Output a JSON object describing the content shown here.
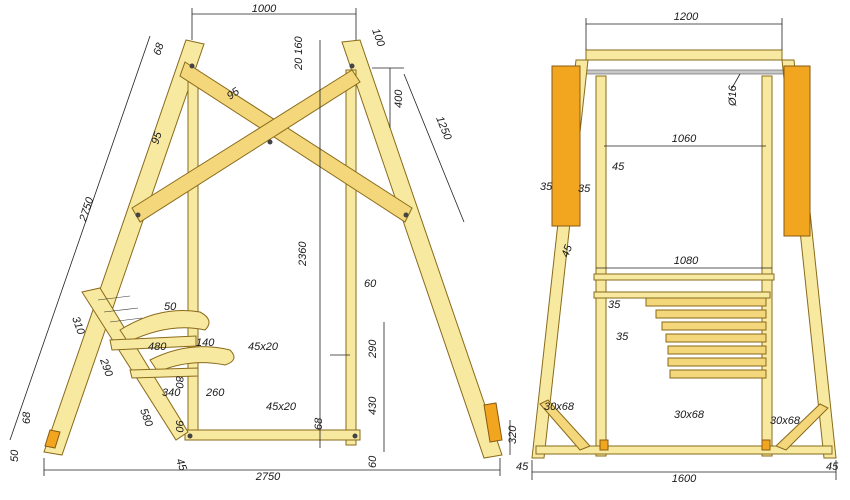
{
  "colors": {
    "wood": "#f7e9a0",
    "wood_dark": "#f3d77a",
    "accent": "#f2a51f",
    "line": "#222222"
  },
  "dimensions_left": {
    "top_span": "1000",
    "top_offset": "100",
    "leg_top": "68",
    "brace_width_1": "95",
    "brace_width_2": "95",
    "d20_160": "20 160",
    "d400": "400",
    "d1250": "1250",
    "d2750_leg": "2750",
    "d2360": "2360",
    "d60_mid": "60",
    "d50_seat": "50",
    "d310": "310",
    "d480": "480",
    "d140": "140",
    "d45x20_a": "45x20",
    "d290_seat": "290",
    "d80": "80",
    "d340": "340",
    "d260": "260",
    "d45x20_b": "45x20",
    "d580": "580",
    "d90": "90",
    "d45_bottom": "45",
    "d68_base": "68",
    "d290_right": "290",
    "d430": "430",
    "d320": "320",
    "d60_bottom": "60",
    "d68_leg_bottom": "68",
    "d50_left": "50",
    "d2750_base": "2750"
  },
  "dimensions_right": {
    "d1200": "1200",
    "d16": "Ø16",
    "d1060": "1060",
    "d45_a": "45",
    "d35_a": "35",
    "d35_b": "35",
    "d45_b": "45",
    "d1080": "1080",
    "d35_c": "35",
    "d35_d": "35",
    "d30x68_a": "30x68",
    "d30x68_b": "30x68",
    "d30x68_c": "30x68",
    "d45_bottom": "45",
    "d1600": "1600",
    "d45_right": "45"
  }
}
